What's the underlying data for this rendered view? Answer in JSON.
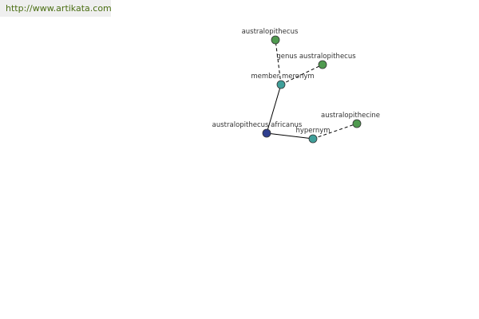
{
  "source": {
    "link_text": "http://www.artikata.com"
  },
  "colors": {
    "focus_node": "#2f3f8f",
    "relation_node": "#3f9f9a",
    "word_node": "#4f9a4f",
    "node_outline": "#333333",
    "edge": "#000000",
    "link": "#4a6e12"
  },
  "graph": {
    "nodes": [
      {
        "id": "australopithecus",
        "label": "australopithecus",
        "kind": "word"
      },
      {
        "id": "genus-australopithecus",
        "label": "genus australopithecus",
        "kind": "word"
      },
      {
        "id": "member-meronym",
        "label": "member meronym",
        "kind": "relation"
      },
      {
        "id": "australopithecus-africanus",
        "label": "australopithecus africanus",
        "kind": "focus"
      },
      {
        "id": "hypernym",
        "label": "hypernym",
        "kind": "relation"
      },
      {
        "id": "australopithecine",
        "label": "australopithecine",
        "kind": "word"
      }
    ],
    "edges": [
      {
        "from": "australopithecus-africanus",
        "to": "member-meronym",
        "style": "solid"
      },
      {
        "from": "australopithecus-africanus",
        "to": "hypernym",
        "style": "solid"
      },
      {
        "from": "member-meronym",
        "to": "australopithecus",
        "style": "dashed"
      },
      {
        "from": "member-meronym",
        "to": "genus-australopithecus",
        "style": "dashed"
      },
      {
        "from": "hypernym",
        "to": "australopithecine",
        "style": "dashed"
      }
    ]
  }
}
